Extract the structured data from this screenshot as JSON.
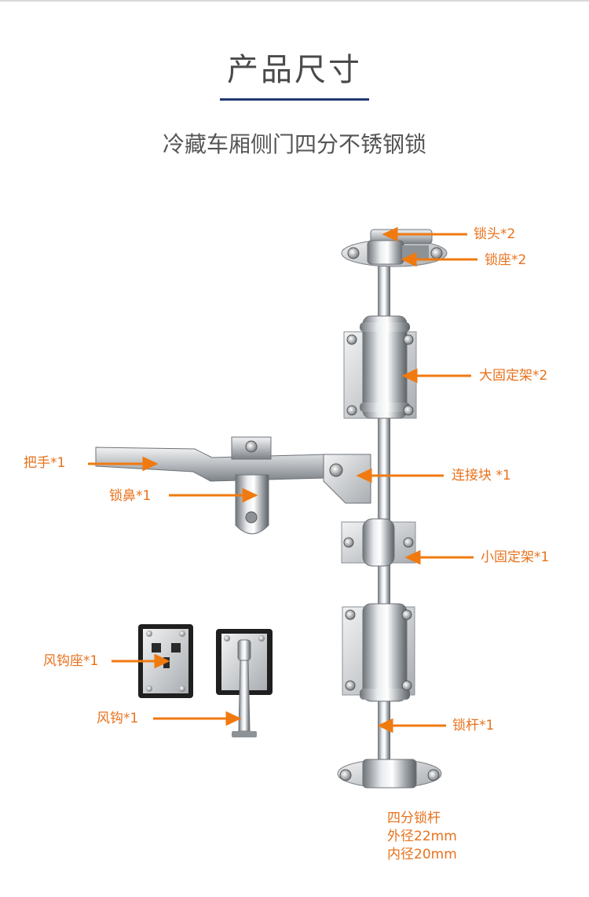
{
  "header": {
    "title": "产品尺寸",
    "subtitle": "冷藏车厢侧门四分不锈钢锁"
  },
  "parts": {
    "lock_head": "锁头*2",
    "lock_seat": "锁座*2",
    "big_bracket": "大固定架*2",
    "handle": "把手*1",
    "connector": "连接块 *1",
    "lock_nose": "锁鼻*1",
    "small_bracket": "小固定架*1",
    "wind_hook_seat": "风钩座*1",
    "wind_hook": "风钩*1",
    "lock_rod": "锁杆*1"
  },
  "spec": {
    "line1": "四分锁杆",
    "line2": "外径22mm",
    "line3": "内径20mm"
  },
  "colors": {
    "accent": "#e8721c",
    "rule": "#1f3a73",
    "title": "#4a4a4a"
  }
}
